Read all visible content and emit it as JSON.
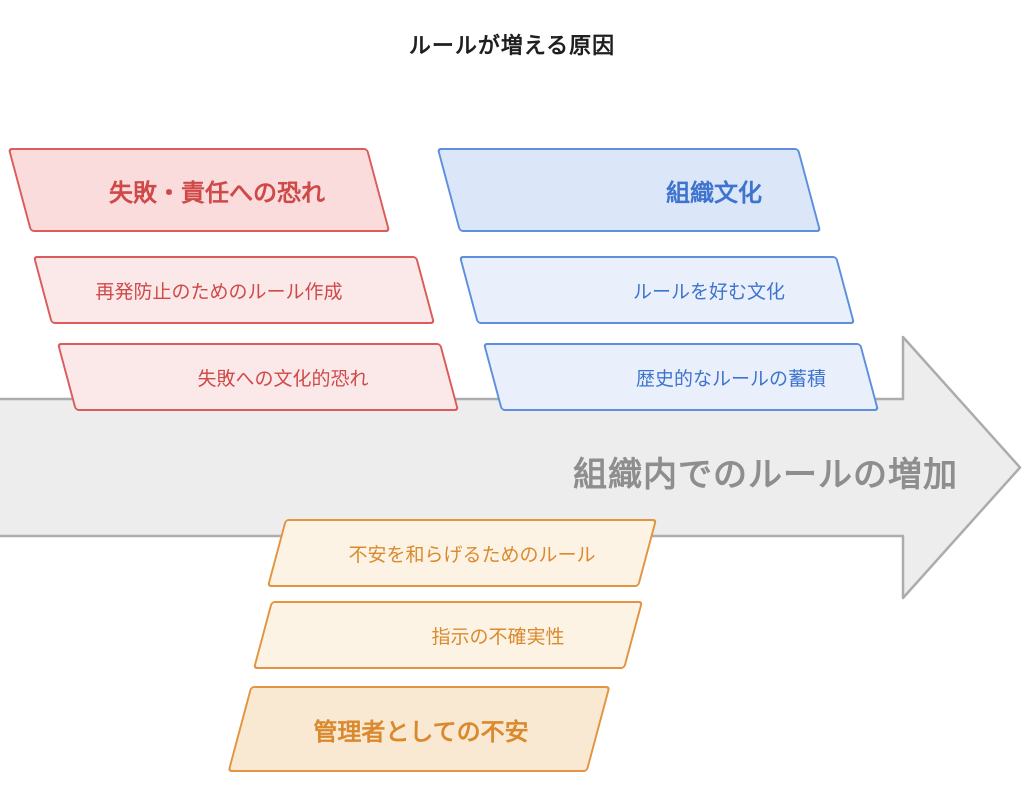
{
  "title": "ルールが増える原因",
  "arrow": {
    "label": "組織内でのルールの増加",
    "direction": "right"
  },
  "groups": [
    {
      "name": "fear-of-failure",
      "position": "top-left",
      "color_scheme": "red",
      "header": "失敗・責任への恐れ",
      "items": [
        "再発防止のためのルール作成",
        "失敗への文化的恐れ"
      ]
    },
    {
      "name": "organizational-culture",
      "position": "top-right",
      "color_scheme": "blue",
      "header": "組織文化",
      "items": [
        "ルールを好む文化",
        "歴史的なルールの蓄積"
      ]
    },
    {
      "name": "manager-anxiety",
      "position": "bottom",
      "color_scheme": "orange",
      "header": "管理者としての不安",
      "items": [
        "不安を和らげるためのルール",
        "指示の不確実性"
      ]
    }
  ],
  "colors": {
    "title-text": "#1f1f1f",
    "arrow-fill": "#ededed",
    "arrow-border": "#acacac",
    "arrow-text": "#8e8e8e",
    "red-border": "#dc5b5b",
    "red-header-fill": "#fadcdc",
    "red-item-fill": "#fbe9e9",
    "red-text": "#d04949",
    "blue-border": "#5e8fde",
    "blue-header-fill": "#dbe7f9",
    "blue-item-fill": "#e9f0fc",
    "blue-text": "#3f74ce",
    "orange-border": "#e39440",
    "orange-header-fill": "#fae9d2",
    "orange-item-fill": "#fcf3e5",
    "orange-text": "#da8a2e"
  }
}
